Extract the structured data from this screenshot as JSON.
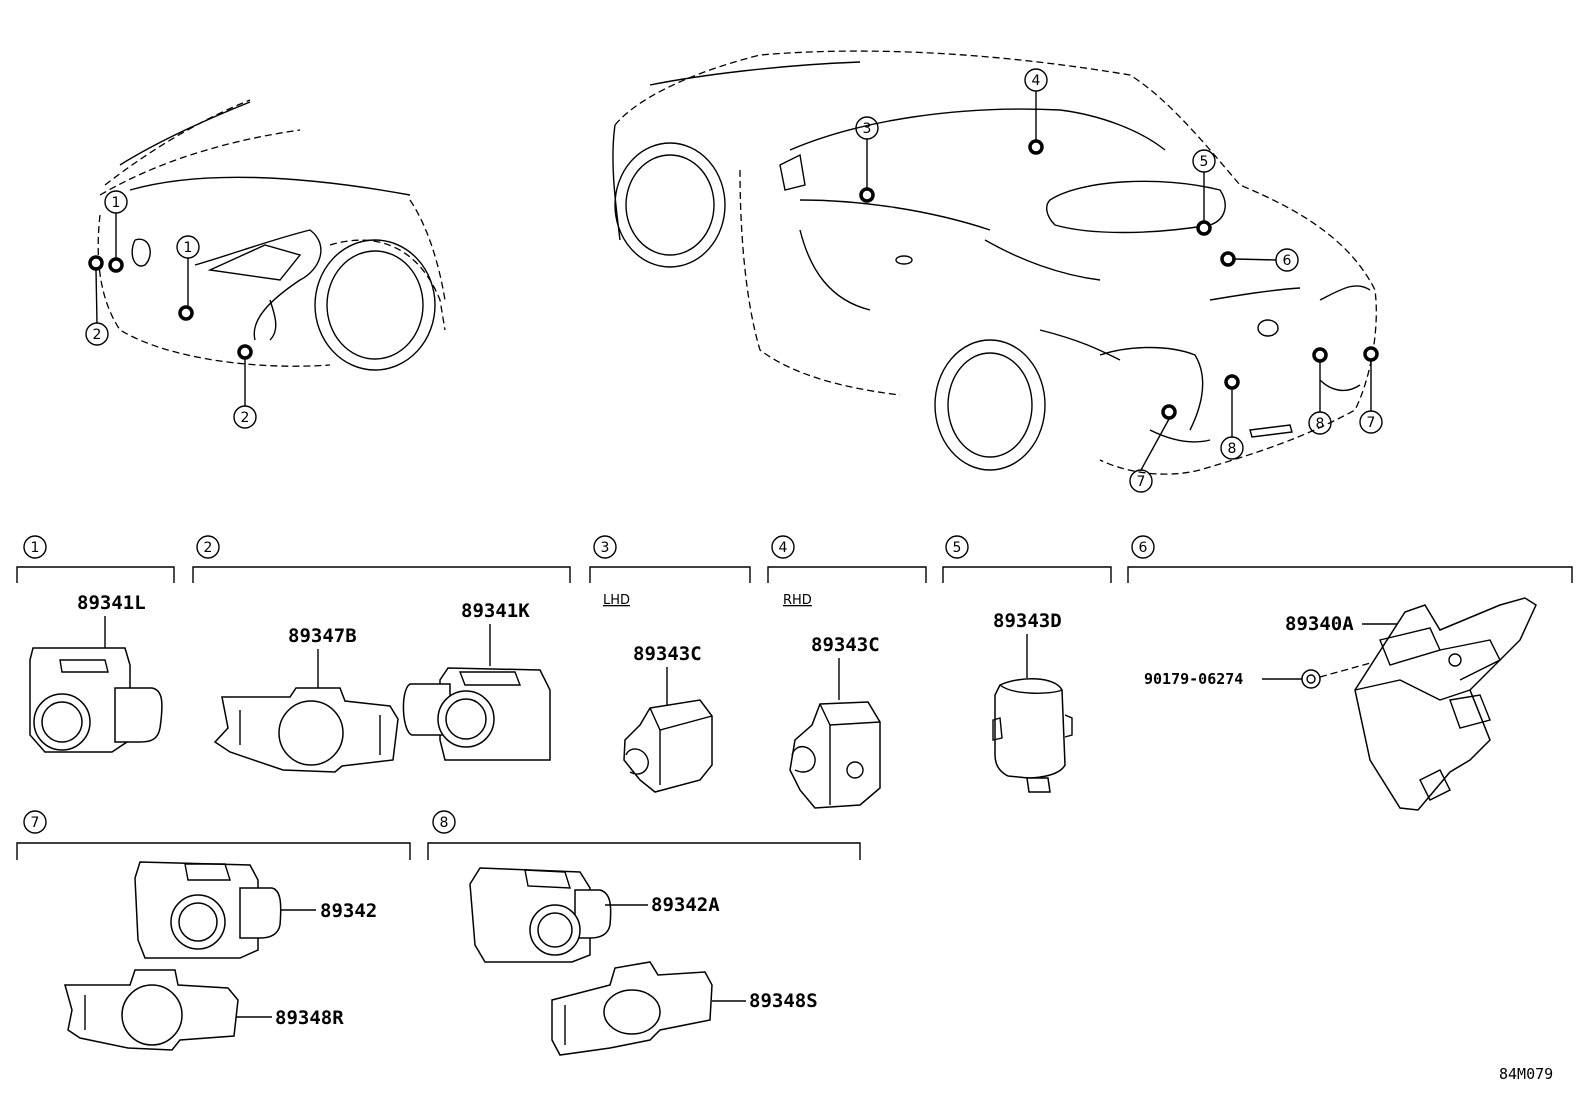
{
  "callouts": [
    "1",
    "2",
    "3",
    "4",
    "5",
    "6",
    "7",
    "8"
  ],
  "groups": [
    {
      "num": "1",
      "parts": [
        "89341L"
      ]
    },
    {
      "num": "2",
      "parts": [
        "89347B",
        "89341K"
      ]
    },
    {
      "num": "3",
      "note": "LHD",
      "parts": [
        "89343C"
      ]
    },
    {
      "num": "4",
      "note": "RHD",
      "parts": [
        "89343C"
      ]
    },
    {
      "num": "5",
      "parts": [
        "89343D"
      ]
    },
    {
      "num": "6",
      "parts": [
        "89340A",
        "90179-06274"
      ]
    },
    {
      "num": "7",
      "parts": [
        "89342",
        "89348R"
      ]
    },
    {
      "num": "8",
      "parts": [
        "89342A",
        "89348S"
      ]
    }
  ],
  "figure_ref": "84M079"
}
